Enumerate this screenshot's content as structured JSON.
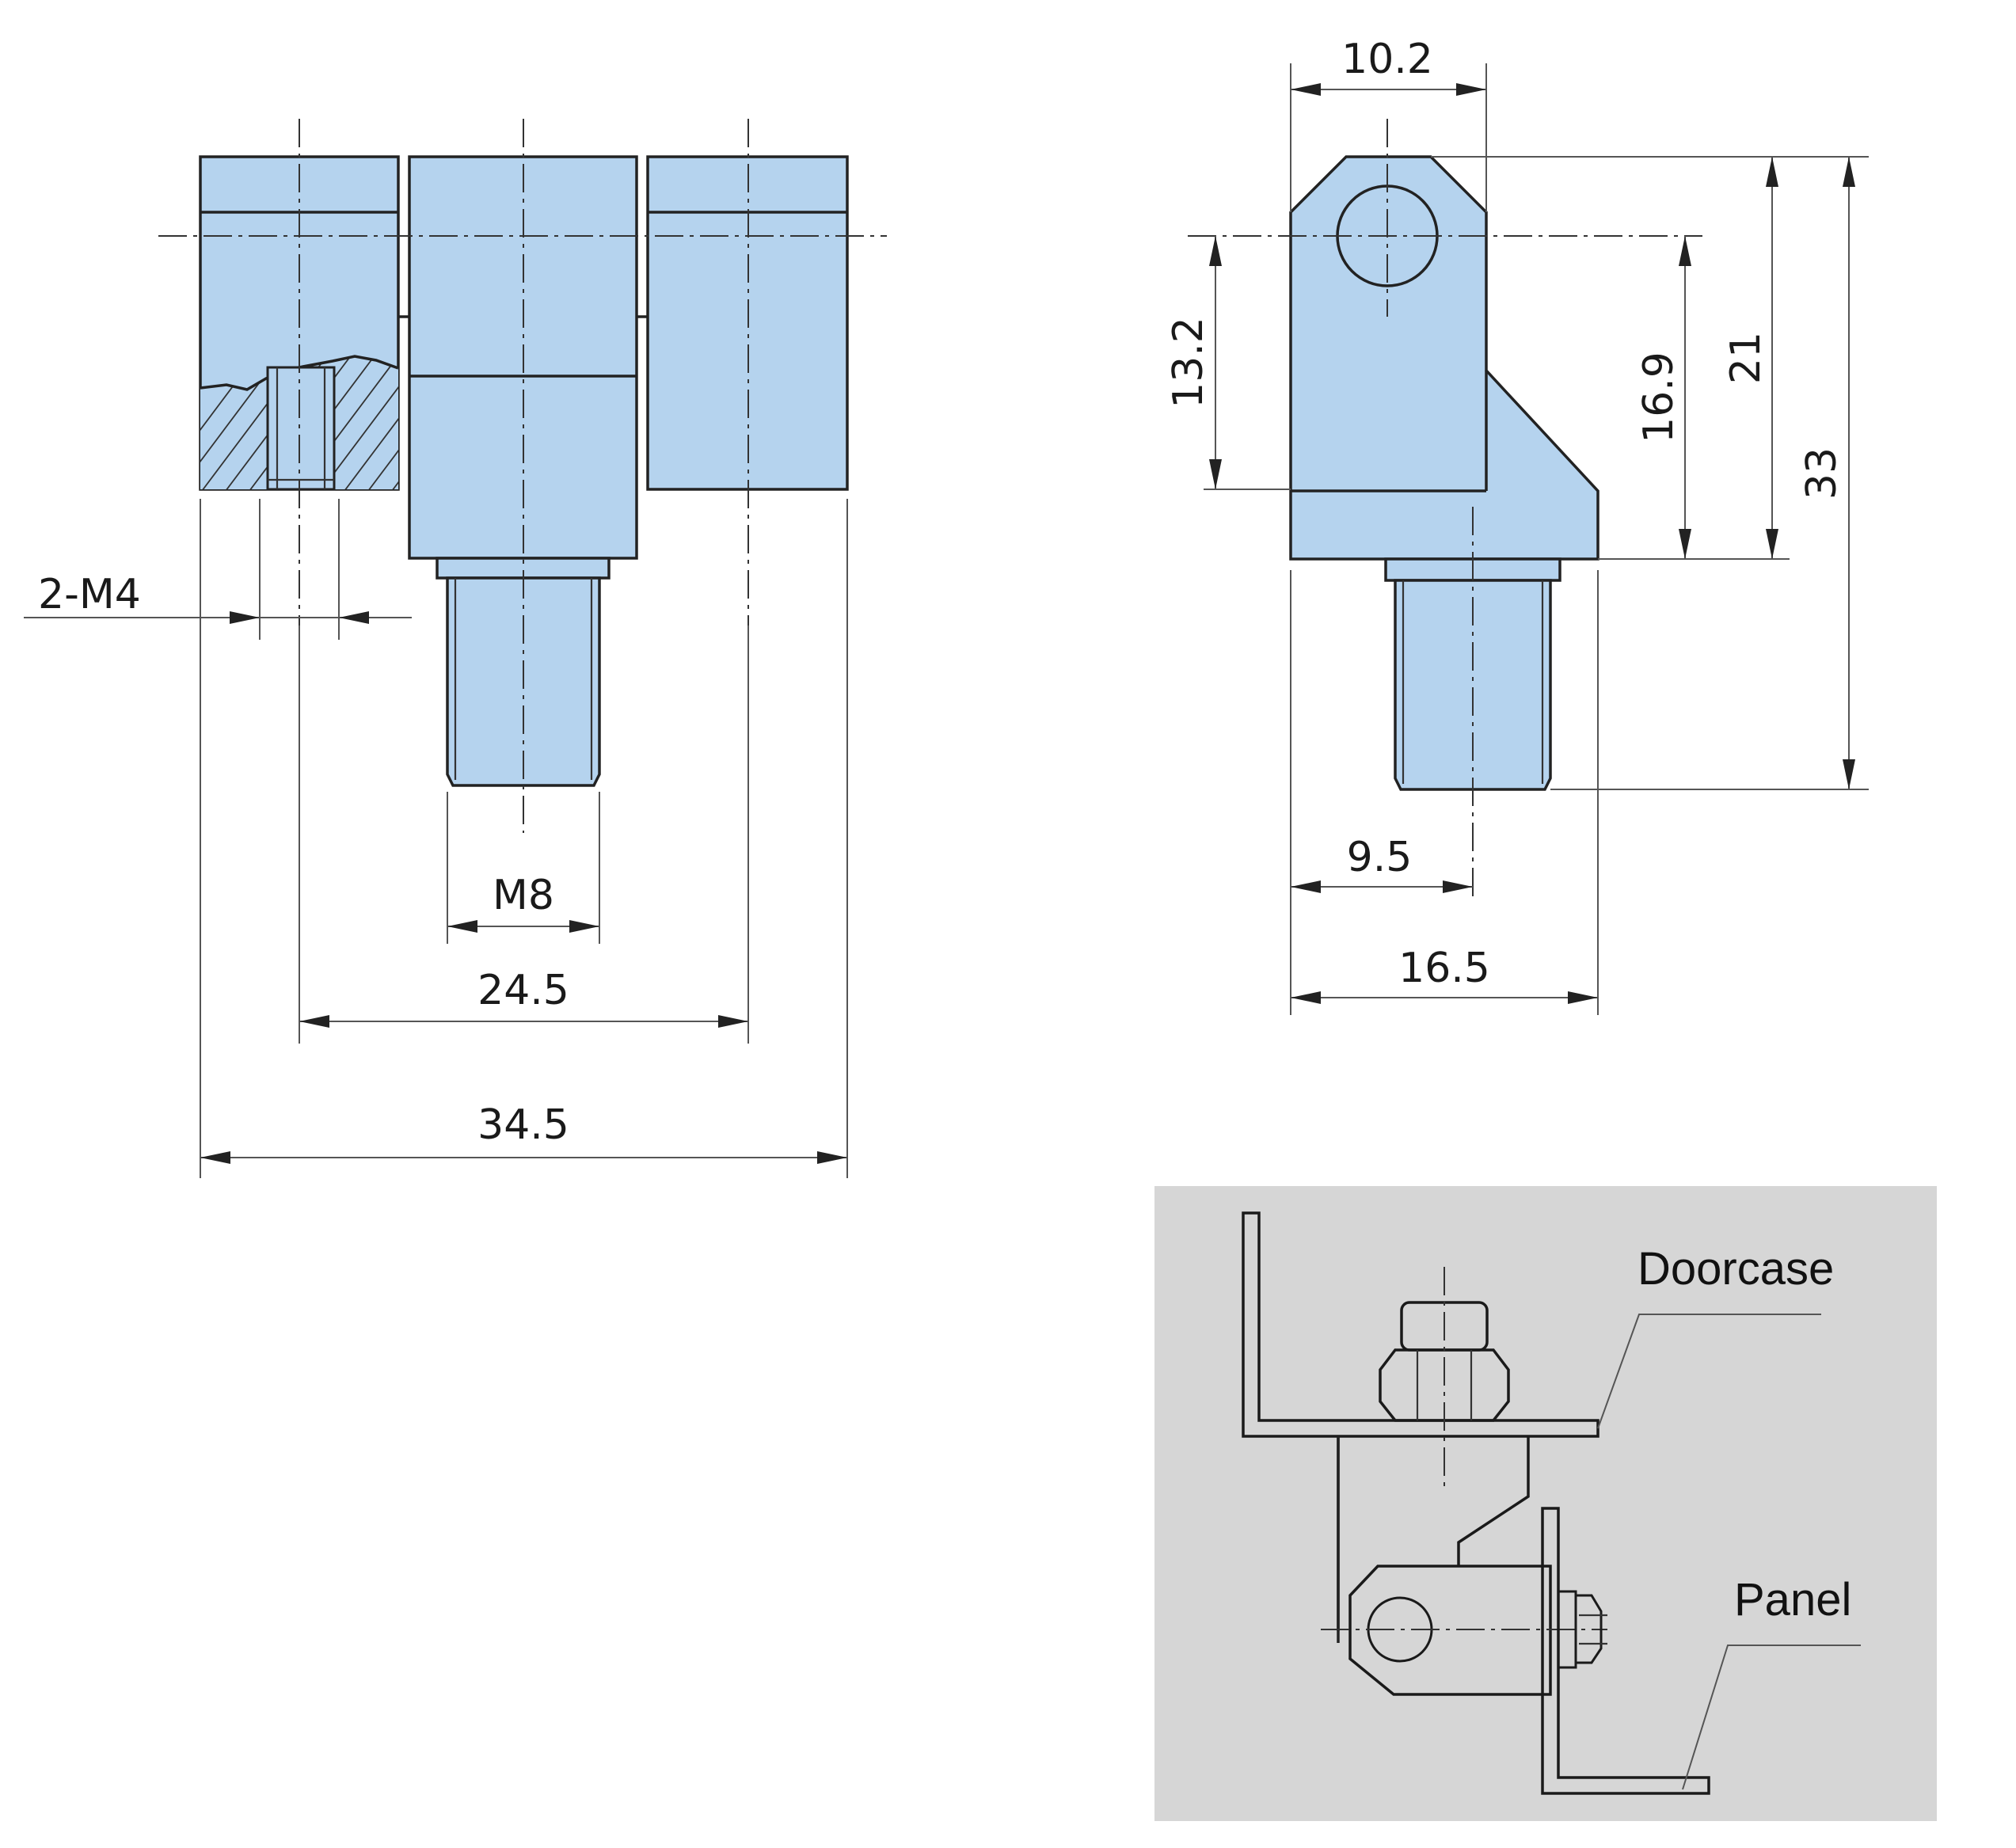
{
  "front_view": {
    "dim_thread_holes": "2-M4",
    "dim_stud_thread": "M8",
    "dim_hole_spacing": "24.5",
    "dim_overall_width": "34.5"
  },
  "side_view": {
    "dim_top_width": "10.2",
    "dim_pivot_height": "13.2",
    "dim_pivot_to_base": "16.9",
    "dim_body_height": "21",
    "dim_total_height": "33",
    "dim_stud_offset": "9.5",
    "dim_base_width": "16.5"
  },
  "installation": {
    "label_doorcase": "Doorcase",
    "label_panel": "Panel"
  },
  "colors": {
    "part_fill": "#b5d3ee",
    "inset_background": "#d6d6d6",
    "line": "#222222"
  }
}
